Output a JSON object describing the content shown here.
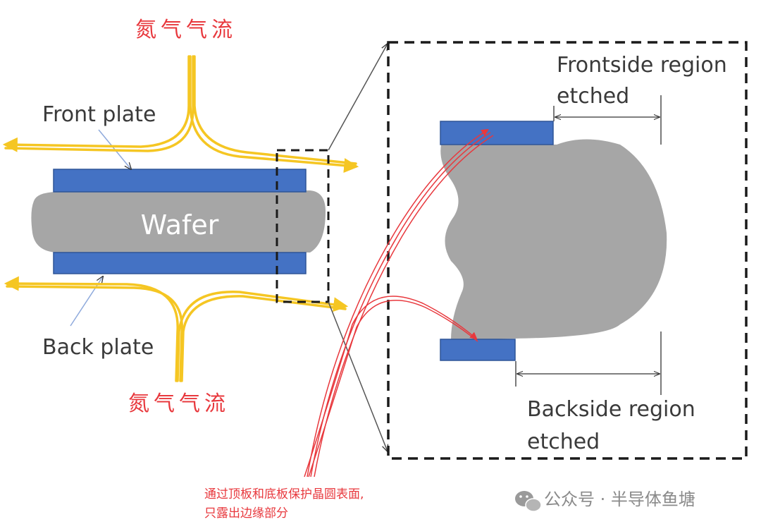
{
  "labels": {
    "top_gas": "氮气气流",
    "bottom_gas": "氮气气流",
    "front_plate": "Front plate",
    "back_plate": "Back plate",
    "wafer": "Wafer",
    "frontside_line1": "Frontside region",
    "frontside_line2": "etched",
    "backside_line1": "Backside region",
    "backside_line2": "etched",
    "note_line1": "通过顶板和底板保护晶圆表面,",
    "note_line2": "只露出边缘部分",
    "watermark": "公众号 · 半导体鱼塘"
  },
  "icons": {
    "watermark_icon": "wechat-icon"
  },
  "colors": {
    "plate": "#4472c4",
    "wafer": "#a6a6a6",
    "gas_flow": "#f5c623",
    "annotation_red": "#e8383d",
    "dashed_box": "#1a1a1a"
  }
}
